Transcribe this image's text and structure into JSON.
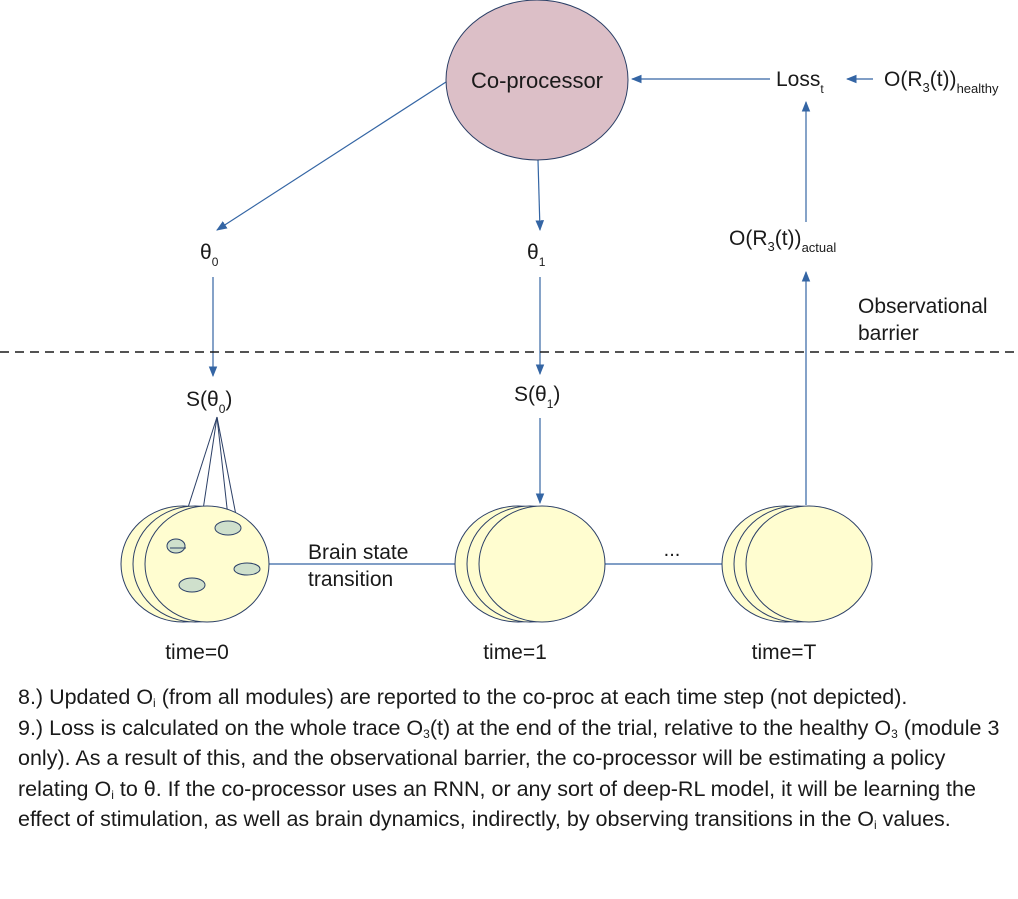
{
  "coprocessor": {
    "label": "Co-processor",
    "fill": "#dcbfc7",
    "stroke": "#2b3f66"
  },
  "loss": {
    "main": "Loss",
    "sub": "t"
  },
  "healthy_output": {
    "pre": "O(R",
    "sub": "3",
    "post": "(t))",
    "suffix": "healthy"
  },
  "actual_output": {
    "pre": "O(R",
    "sub": "3",
    "post": "(t))",
    "suffix": "actual"
  },
  "theta0": {
    "main": "θ",
    "sub": "0"
  },
  "theta1": {
    "main": "θ",
    "sub": "1"
  },
  "barrier": {
    "line1": "Observational",
    "line2": "barrier"
  },
  "s_theta0": {
    "pre": "S(θ",
    "sub": "0",
    "post": ")"
  },
  "s_theta1": {
    "pre": "S(θ",
    "sub": "1",
    "post": ")"
  },
  "transition": {
    "line1": "Brain state",
    "line2": "transition"
  },
  "ellipsis": "...",
  "time_labels": [
    "time=0",
    "time=1",
    "time=T"
  ],
  "brain_fill": "#fffdd0",
  "module_fill": "#cfe0cc",
  "arrow_color": "#3465a4",
  "notes": {
    "n8": {
      "a": "8.) Updated O",
      "sub": "i",
      "b": " (from all modules) are reported to the co-proc at each time step (not depicted)."
    },
    "n9": {
      "a": "9.) Loss is calculated on the whole trace O",
      "sub1": "3",
      "b": "(t) at the end of the trial, relative to the healthy O",
      "sub2": "3",
      "c": " (module 3 only). As a result of this, and the observational barrier, the co-processor will be estimating a policy relating O",
      "sub3": "i",
      "d": " to θ. If the co-processor uses an RNN, or any sort of deep-RL model, it will be learning the effect of stimulation, as well as brain dynamics, indirectly, by observing transitions in the O",
      "sub4": "i",
      "e": " values."
    }
  }
}
